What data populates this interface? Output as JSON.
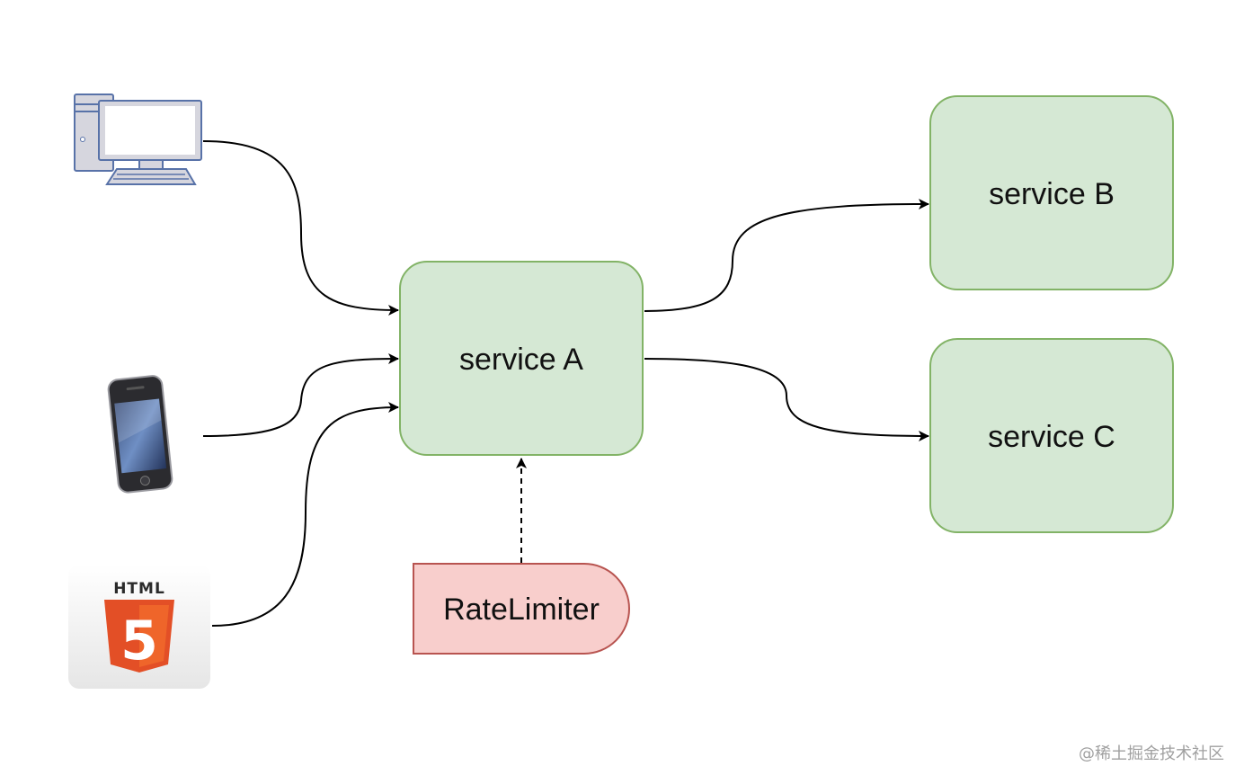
{
  "nodes": {
    "service_a": "service A",
    "service_b": "service B",
    "service_c": "service C",
    "rate_limiter": "RateLimiter"
  },
  "clients": {
    "desktop_icon": "desktop-computer-icon",
    "phone_icon": "mobile-phone-icon",
    "html5_icon": "html5-icon",
    "html5_badge_text": "HTML",
    "html5_number": "5"
  },
  "colors": {
    "service_fill": "#d5e8d4",
    "service_stroke": "#82b366",
    "limiter_fill": "#f8cecc",
    "limiter_stroke": "#b85450",
    "edge": "#000000"
  },
  "edges": [
    {
      "from": "desktop",
      "to": "service A",
      "style": "solid"
    },
    {
      "from": "phone",
      "to": "service A",
      "style": "solid"
    },
    {
      "from": "html5",
      "to": "service A",
      "style": "solid"
    },
    {
      "from": "service A",
      "to": "service B",
      "style": "solid"
    },
    {
      "from": "service A",
      "to": "service C",
      "style": "solid"
    },
    {
      "from": "RateLimiter",
      "to": "service A",
      "style": "dashed"
    }
  ],
  "watermark": "@稀土掘金技术社区"
}
